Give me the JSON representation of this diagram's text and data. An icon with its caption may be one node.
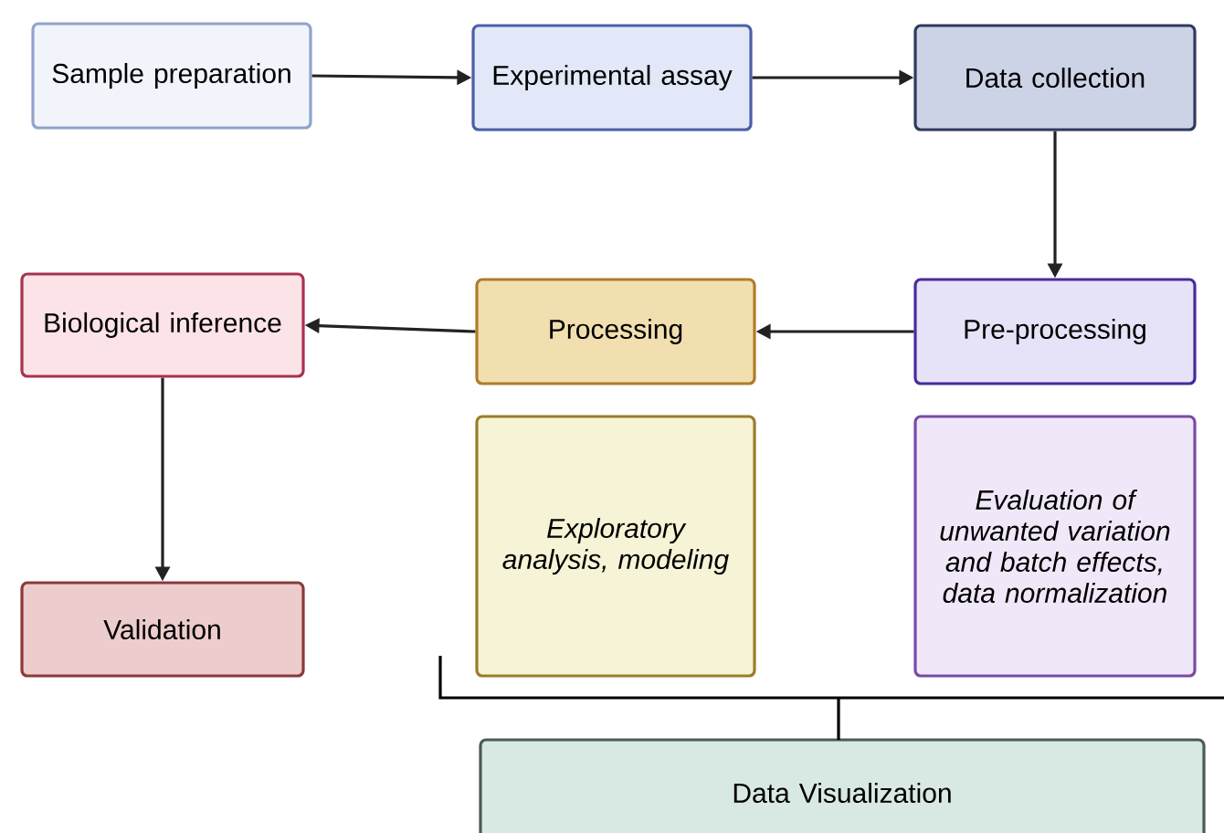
{
  "diagram": {
    "nodes": [
      {
        "text": [
          "Sample preparation"
        ]
      },
      {
        "text": [
          "Experimental assay"
        ]
      },
      {
        "text": [
          "Data collection"
        ]
      },
      {
        "text": [
          "Biological inference"
        ]
      },
      {
        "text": [
          "Processing"
        ]
      },
      {
        "text": [
          "Pre-processing"
        ]
      },
      {
        "text": [
          "Exploratory analysis, modeling"
        ]
      },
      {
        "text": [
          "Evaluation of unwanted variation and batch effects, data normalization"
        ]
      },
      {
        "text": [
          "Validation"
        ]
      },
      {
        "text": [
          "Data Visualization"
        ]
      }
    ],
    "edges": [
      {
        "from": 0,
        "to": 1,
        "arrow": "to"
      },
      {
        "from": 1,
        "to": 2,
        "arrow": "to"
      },
      {
        "from": 2,
        "to": 5,
        "arrow": "to"
      },
      {
        "from": 5,
        "to": 4,
        "arrow": "to"
      },
      {
        "from": 4,
        "to": 3,
        "arrow": "to"
      },
      {
        "from": 3,
        "to": 8,
        "arrow": "to"
      }
    ]
  }
}
